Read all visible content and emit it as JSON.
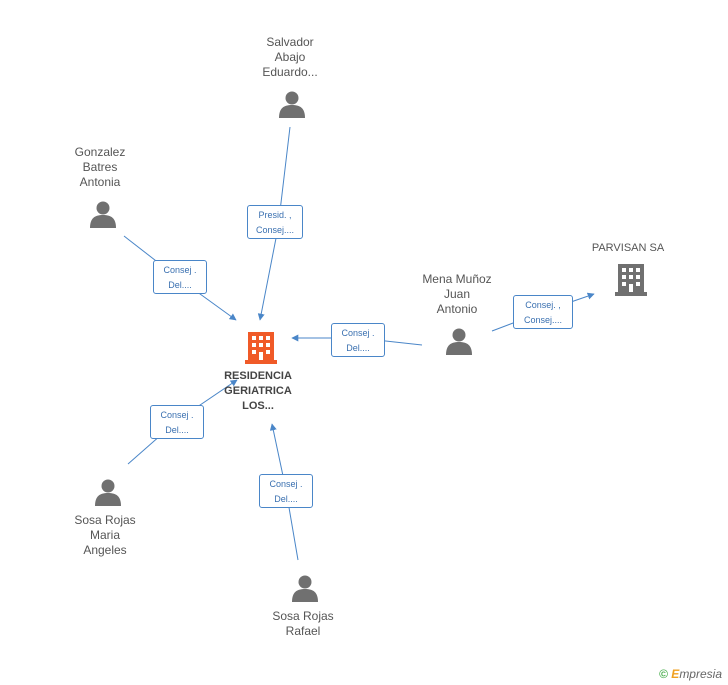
{
  "center": {
    "label": "RESIDENCIA\nGERIATRICA\nLOS..."
  },
  "persons": [
    {
      "id": "salvador",
      "label": "Salvador\nAbajo\nEduardo..."
    },
    {
      "id": "gonzalez",
      "label": "Gonzalez\nBatres\nAntonia"
    },
    {
      "id": "mena",
      "label": "Mena Muñoz\nJuan\nAntonio"
    },
    {
      "id": "sosa-maria",
      "label": "Sosa Rojas\nMaria\nAngeles"
    },
    {
      "id": "sosa-rafael",
      "label": "Sosa Rojas\nRafael"
    }
  ],
  "companies": [
    {
      "id": "parvisan",
      "label": "PARVISAN SA"
    }
  ],
  "roles": [
    {
      "id": "r-salvador",
      "label": "Presid. ,\nConsej...."
    },
    {
      "id": "r-gonzalez",
      "label": "Consej .\nDel...."
    },
    {
      "id": "r-mena",
      "label": "Consej .\nDel...."
    },
    {
      "id": "r-parvisan",
      "label": "Consej. ,\nConsej...."
    },
    {
      "id": "r-sosa-maria",
      "label": "Consej .\nDel...."
    },
    {
      "id": "r-sosa-rafael",
      "label": "Consej .\nDel...."
    }
  ],
  "colors": {
    "edge": "#4a86c8",
    "person_icon": "#707070",
    "center_icon": "#f05a28",
    "company_icon": "#707070"
  },
  "footer": {
    "copyright_symbol": "©",
    "brand_first": "E",
    "brand_rest": "mpresia"
  }
}
